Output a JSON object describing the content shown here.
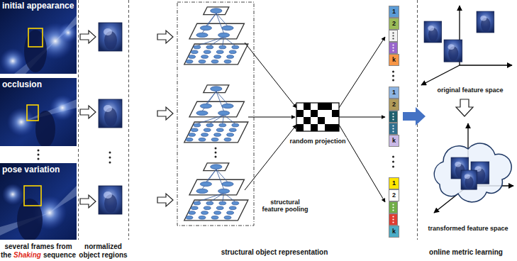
{
  "diagram": {
    "nodes": [
      {
        "text": [
          "1"
        ]
      },
      {
        "text": [
          "2"
        ]
      },
      {
        "text": [
          "k"
        ]
      },
      {
        "text": [
          "1"
        ]
      },
      {
        "text": [
          "2"
        ]
      },
      {
        "text": [
          "k"
        ]
      },
      {
        "text": [
          "1"
        ]
      },
      {
        "text": [
          "2"
        ]
      },
      {
        "text": [
          "k"
        ]
      }
    ],
    "labels": [
      "initial appearance",
      "occlusion",
      "pose variation",
      "several frames from",
      "the",
      "Shaking",
      "sequence",
      "normalized object regions",
      "structural feature pooling",
      "random projection",
      "original feature space",
      "transformed feature space",
      "structural object representation",
      "online metric learning"
    ]
  }
}
